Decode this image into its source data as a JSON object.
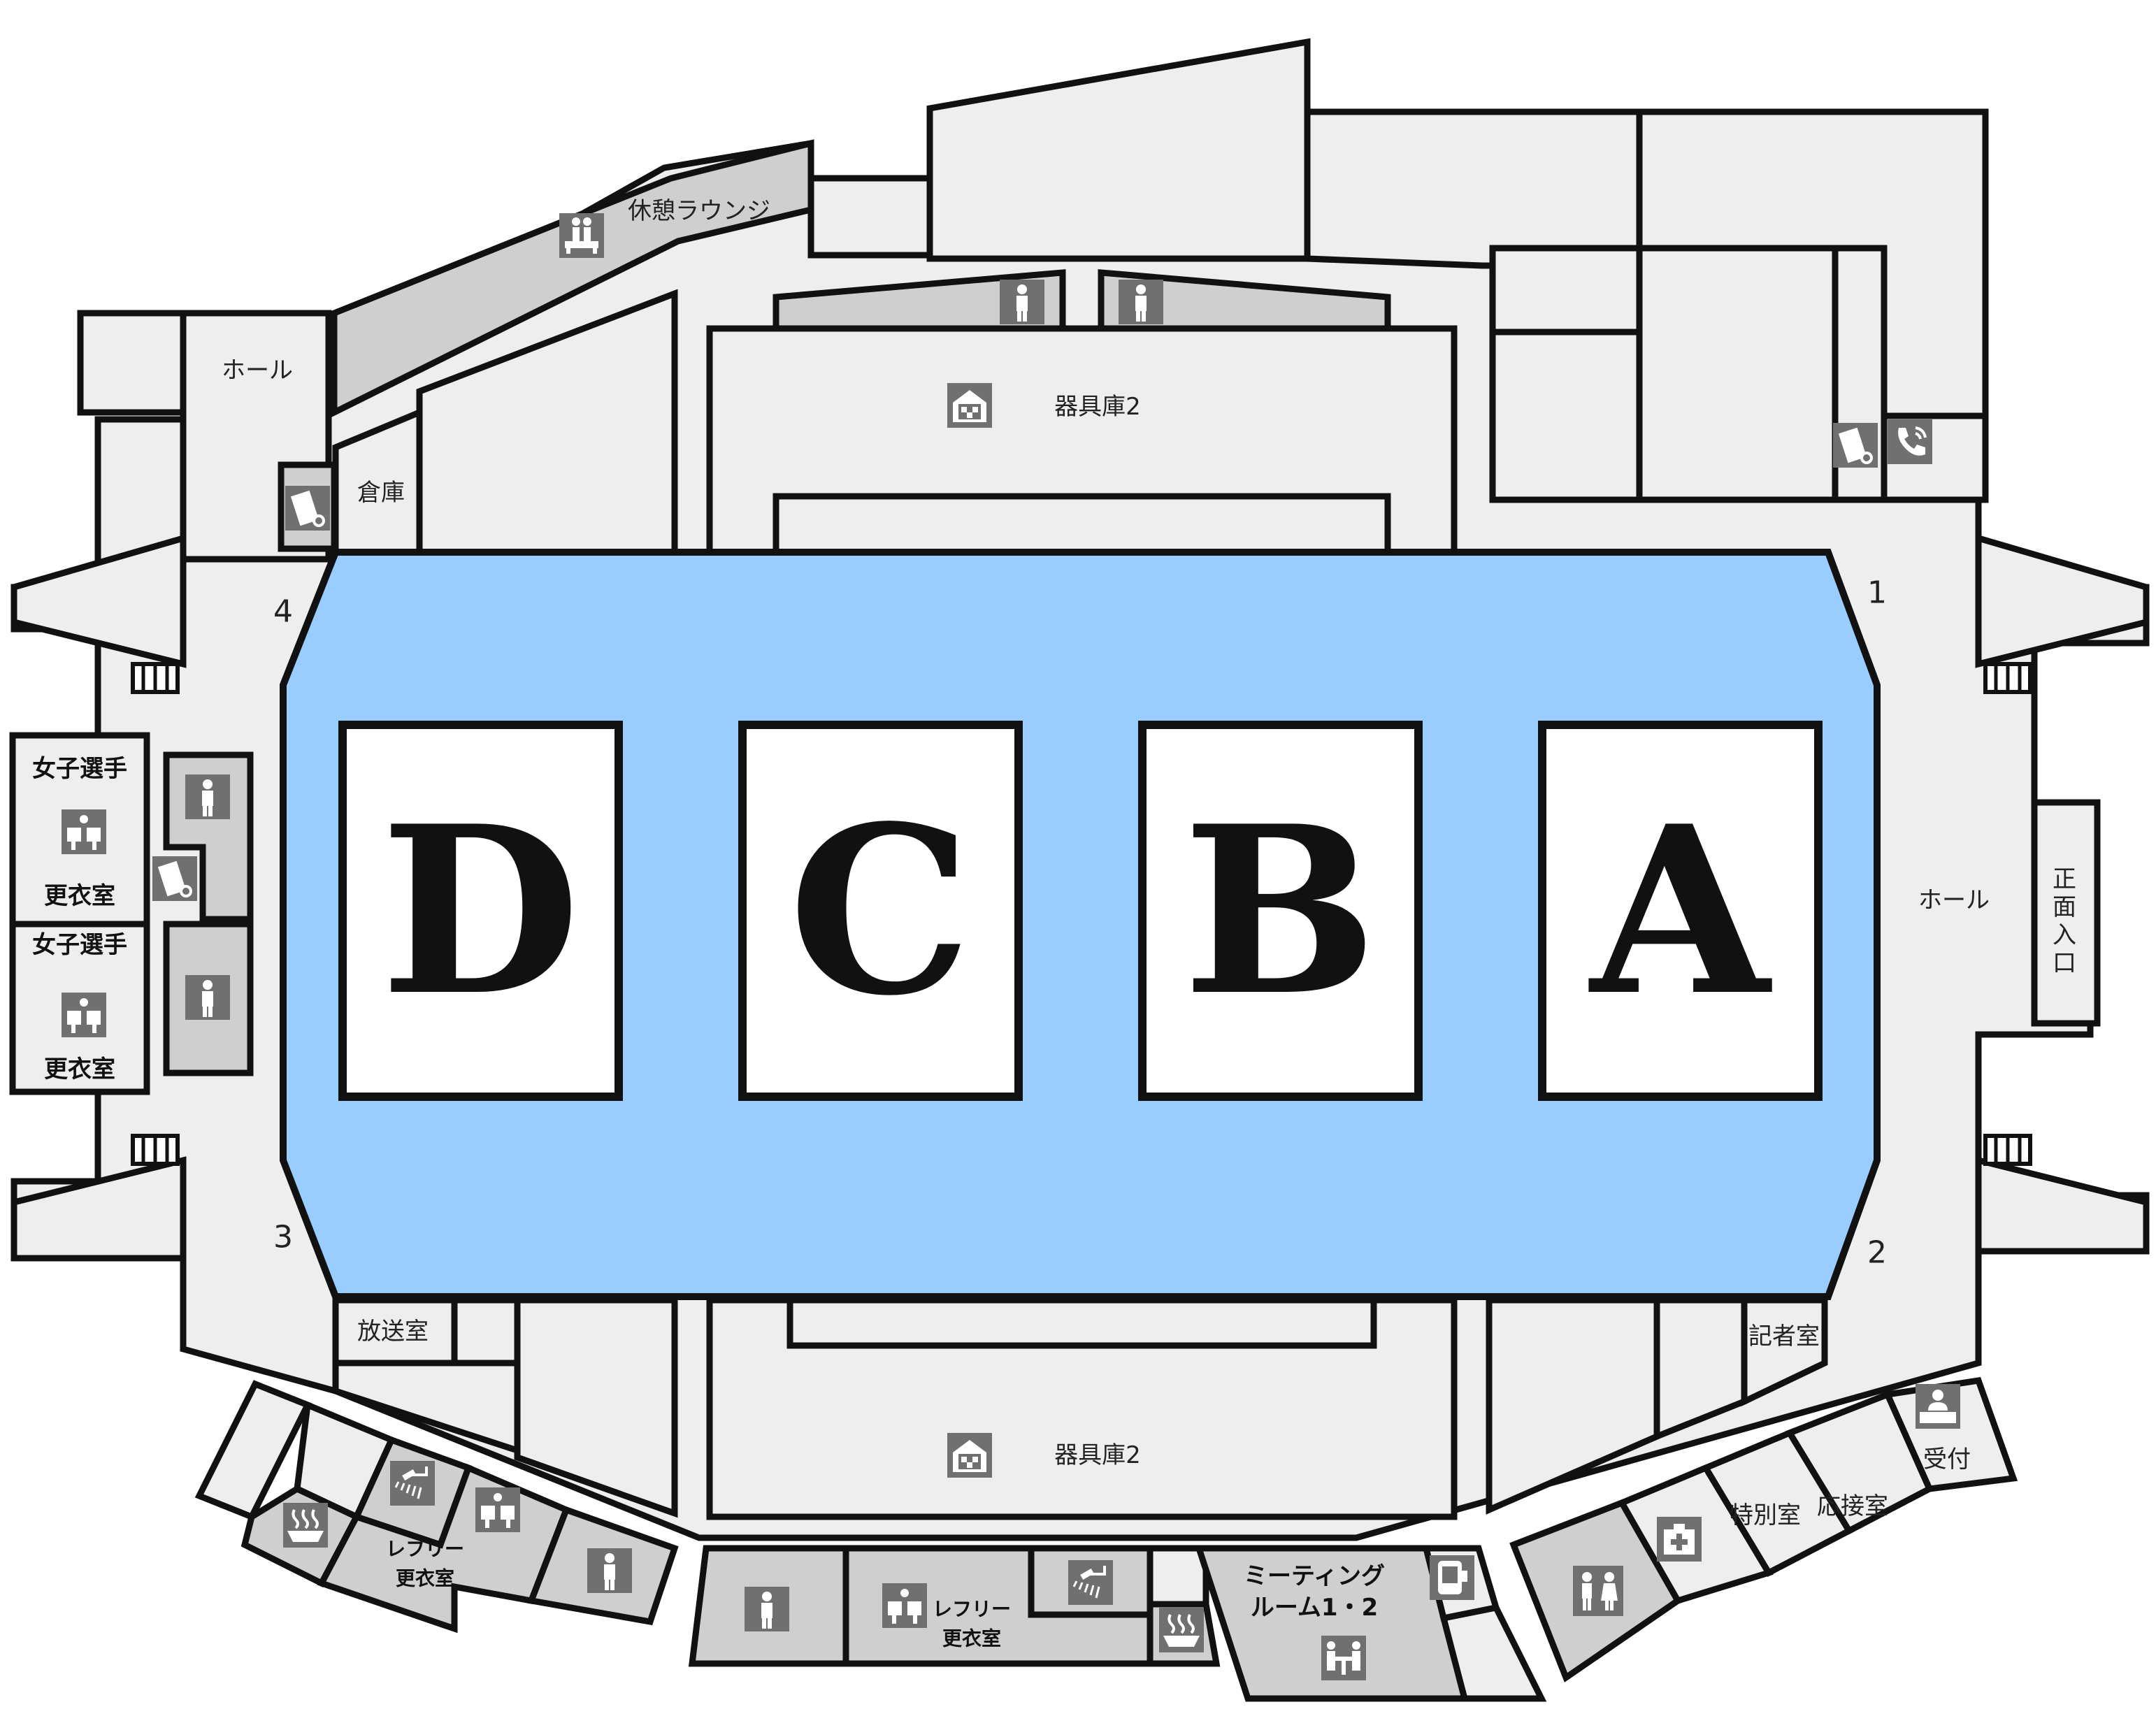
{
  "courts": [
    {
      "letter": "D"
    },
    {
      "letter": "C"
    },
    {
      "letter": "B"
    },
    {
      "letter": "A"
    }
  ],
  "corners": {
    "c1": "1",
    "c2": "2",
    "c3": "3",
    "c4": "4"
  },
  "rooms": {
    "lounge": "休憩ラウンジ",
    "hall_left": "ホール",
    "hall_right": "ホール",
    "storage": "倉庫",
    "equip_top": "器具庫2",
    "equip_bottom": "器具庫2",
    "womens_locker_1_a": "女子選手",
    "womens_locker_1_b": "更衣室",
    "womens_locker_2_a": "女子選手",
    "womens_locker_2_b": "更衣室",
    "main_entrance_1": "正",
    "main_entrance_2": "面",
    "main_entrance_3": "入",
    "main_entrance_4": "口",
    "broadcast": "放送室",
    "press": "記者室",
    "reception": "受付",
    "special_room": "特別室",
    "guest_room": "応接室",
    "meeting_1": "ミーティング",
    "meeting_2": "ルーム1・2",
    "referee_left_1": "レフリー",
    "referee_left_2": "更衣室",
    "referee_mid_1": "レフリー",
    "referee_mid_2": "更衣室"
  },
  "icons": {
    "lounge": "lounge-seating-icon",
    "restroom": "restroom-icon",
    "vending": "vending-machine-icon",
    "phone": "phone-icon",
    "storage": "storage-icon",
    "locker": "locker-room-icon",
    "shower": "shower-icon",
    "hot_spring": "bath-icon",
    "first_aid": "first-aid-icon",
    "reception": "reception-icon",
    "meeting": "meeting-table-icon",
    "water": "water-cooler-icon"
  },
  "colors": {
    "arena": "#99ccff",
    "room": "#eeeeee",
    "room_dark": "#cfcfcf",
    "icon": "#707070",
    "outline": "#111111"
  }
}
